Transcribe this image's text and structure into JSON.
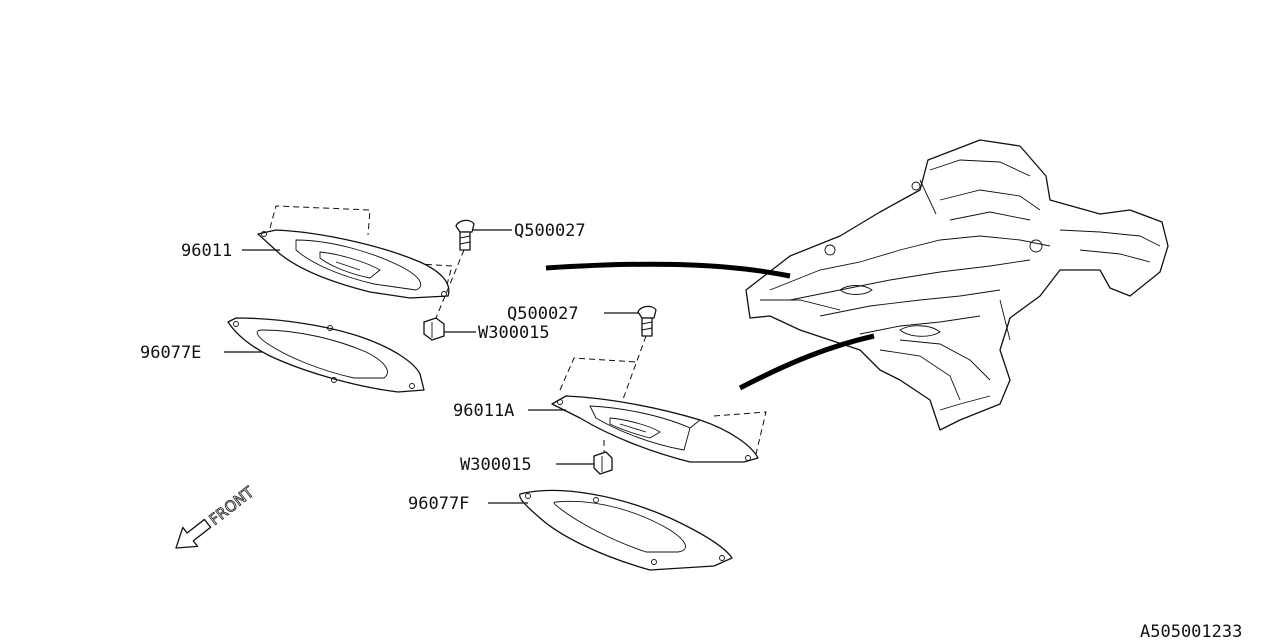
{
  "labels": {
    "p96011": "96011",
    "p96077e": "96077E",
    "q500027_top": "Q500027",
    "w300015_top": "W300015",
    "q500027_mid": "Q500027",
    "p96011a": "96011A",
    "w300015_bottom": "W300015",
    "p96077f": "96077F",
    "front": "FRONT",
    "diagram_id": "A505001233"
  },
  "parts": [
    {
      "number": "96011",
      "kind": "cover-plate"
    },
    {
      "number": "96077E",
      "kind": "gasket"
    },
    {
      "number": "Q500027",
      "kind": "screw"
    },
    {
      "number": "W300015",
      "kind": "clip-nut"
    },
    {
      "number": "96011A",
      "kind": "cover-plate"
    },
    {
      "number": "96077F",
      "kind": "gasket"
    }
  ],
  "icons": [
    "front-arrow-icon"
  ]
}
